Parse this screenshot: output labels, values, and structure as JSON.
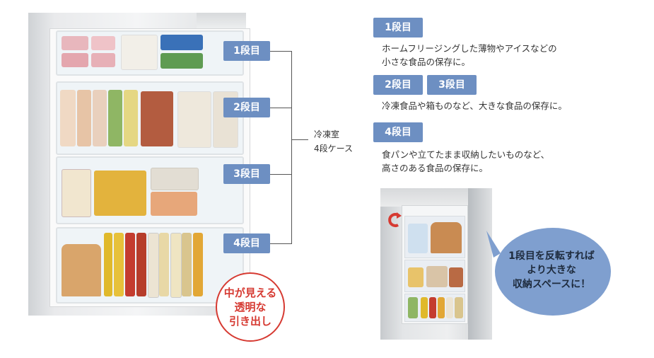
{
  "tiers": [
    {
      "label": "1段目"
    },
    {
      "label": "2段目"
    },
    {
      "label": "3段目"
    },
    {
      "label": "4段目"
    }
  ],
  "freezer_note": {
    "line1": "冷凍室",
    "line2": "4段ケース"
  },
  "stamp": {
    "line1": "中が見える",
    "line2": "透明な",
    "line3": "引き出し"
  },
  "descriptions": {
    "tier1": {
      "tag": "1段目",
      "line1": "ホームフリージングした薄物やアイスなどの",
      "line2": "小さな食品の保存に。"
    },
    "tier23": {
      "tag_a": "2段目",
      "tag_b": "3段目",
      "line1": "冷凍食品や箱ものなど、大きな食品の保存に。"
    },
    "tier4": {
      "tag": "4段目",
      "line1": "食パンや立てたまま収納したいものなど、",
      "line2": "高さのある食品の保存に。"
    }
  },
  "bubble": {
    "line1": "1段目を反転すれば",
    "line2": "より大きな",
    "line3": "収納スペースに！"
  },
  "colors": {
    "tag_blue": "#6d8fc2",
    "stamp_red": "#d63a32",
    "bubble_blue": "#7f9fcf"
  }
}
